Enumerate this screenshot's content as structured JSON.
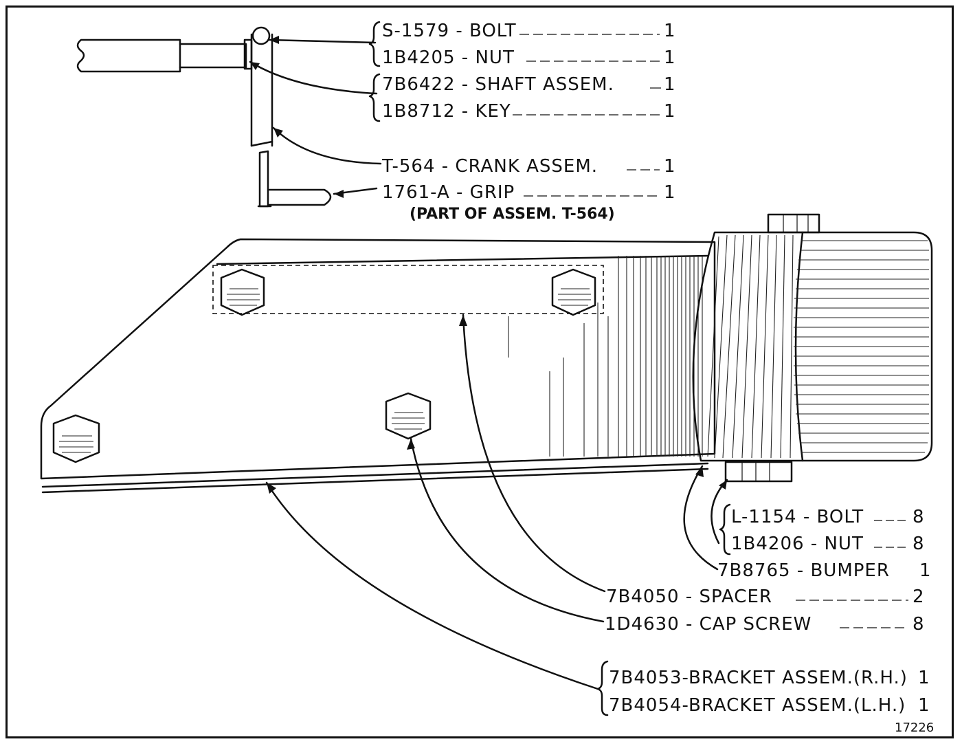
{
  "parts_upper": [
    {
      "text": "S-1579 - BOLT",
      "qty": "1"
    },
    {
      "text": "1B4205 - NUT",
      "qty": "1"
    },
    {
      "text": "7B6422 - SHAFT ASSEM.",
      "qty": "1"
    },
    {
      "text": "1B8712 - KEY",
      "qty": "1"
    },
    {
      "text": "T-564 - CRANK ASSEM.",
      "qty": "1"
    },
    {
      "text": "1761-A - GRIP",
      "qty": "1"
    }
  ],
  "grip_note": "(PART OF ASSEM. T-564)",
  "parts_lower": [
    {
      "text": "L-1154 - BOLT",
      "qty": "8"
    },
    {
      "text": "1B4206 - NUT",
      "qty": "8"
    },
    {
      "text": "7B8765 - BUMPER",
      "qty": "1"
    },
    {
      "text": "7B4050 - SPACER",
      "qty": "2"
    },
    {
      "text": "1D4630 - CAP SCREW",
      "qty": "8"
    },
    {
      "text": "7B4053-BRACKET ASSEM.(R.H.)",
      "qty": "1"
    },
    {
      "text": "7B4054-BRACKET ASSEM.(L.H.)",
      "qty": "1"
    }
  ],
  "figure_number": "17226"
}
